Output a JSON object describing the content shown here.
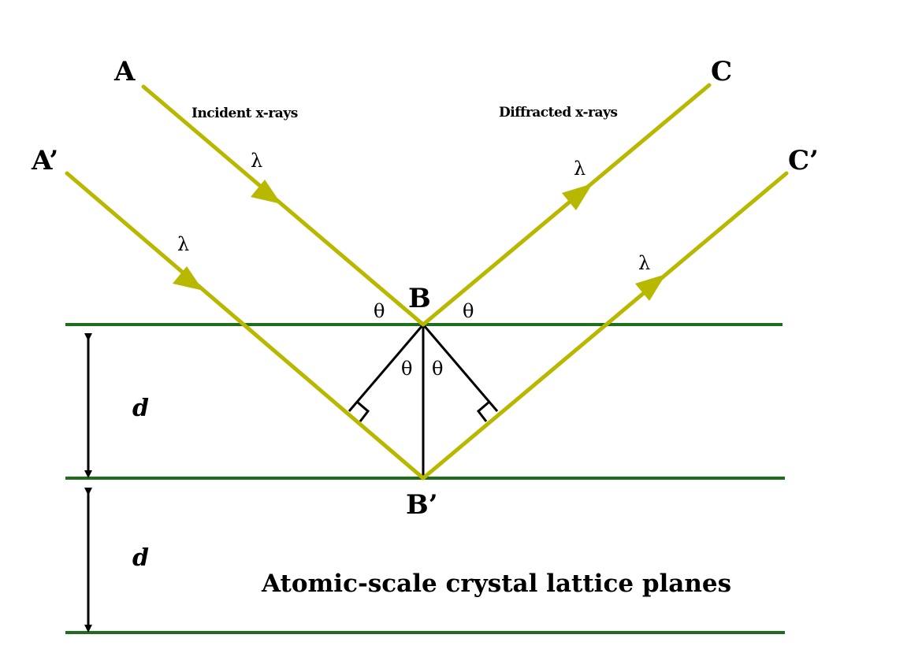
{
  "points": {
    "A": "A",
    "A_prime": "A’",
    "B": "B",
    "B_prime": "B’",
    "C": "C",
    "C_prime": "C’"
  },
  "labels": {
    "incident": "Incident x-rays",
    "diffracted": "Diffracted x-rays",
    "caption": "Atomic-scale crystal lattice planes"
  },
  "symbols": {
    "lambda": "λ",
    "theta": "θ",
    "spacing": "d"
  },
  "colors": {
    "ray": "#b9b800",
    "plane": "#1e6e1e",
    "construction": "#000000"
  }
}
